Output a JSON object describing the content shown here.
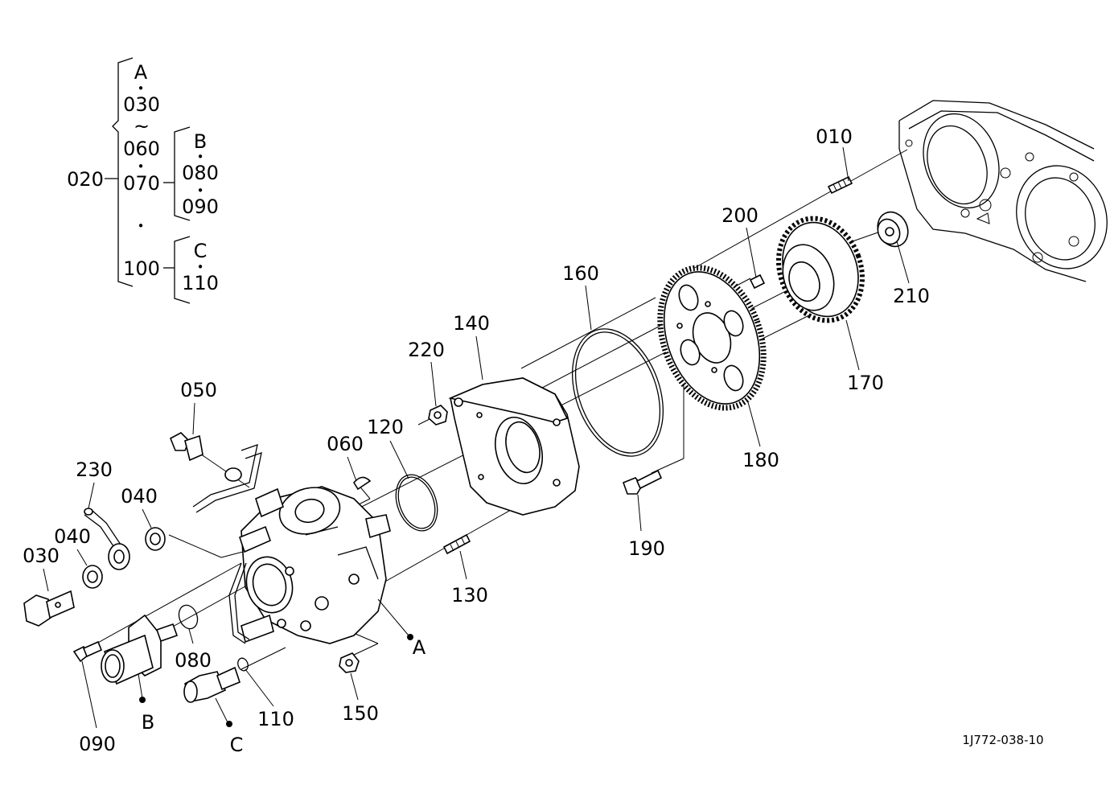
{
  "drawing_id": "1J772-038-10",
  "legend": {
    "group_a": {
      "letter": "A",
      "from": "030",
      "range_mark": "~",
      "to": "060",
      "next": "070"
    },
    "group_b": {
      "letter": "B",
      "items": [
        "080",
        "090"
      ]
    },
    "group_c": {
      "letter": "C",
      "item": "110"
    },
    "assembly": "020",
    "sub_c_parent": "100",
    "dot": "•"
  },
  "callouts": {
    "p010": "010",
    "p030": "030",
    "p040a": "040",
    "p040b": "040",
    "p050": "050",
    "p060": "060",
    "p080": "080",
    "p090": "090",
    "p110": "110",
    "p120": "120",
    "p130": "130",
    "p140": "140",
    "p150": "150",
    "p160": "160",
    "p170": "170",
    "p180": "180",
    "p190": "190",
    "p200": "200",
    "p210": "210",
    "p220": "220",
    "p230": "230",
    "refA": "A",
    "refB": "B",
    "refC": "C"
  },
  "colors": {
    "ink": "#000000",
    "paper": "#ffffff"
  }
}
